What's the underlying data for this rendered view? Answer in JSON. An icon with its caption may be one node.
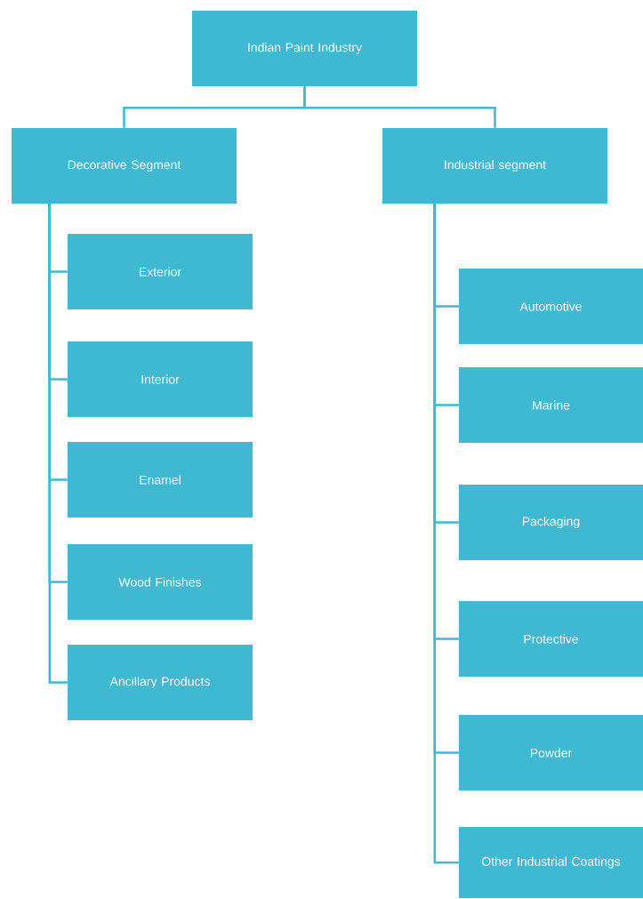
{
  "diagram": {
    "nodes": [
      {
        "text": [
          "Indian Paint Industry"
        ]
      },
      {
        "text": [
          "Decorative Segment"
        ]
      },
      {
        "text": [
          "Industrial segment"
        ]
      },
      {
        "text": [
          "Exterior"
        ]
      },
      {
        "text": [
          "Interior"
        ]
      },
      {
        "text": [
          "Enamel"
        ]
      },
      {
        "text": [
          "Wood Finishes"
        ]
      },
      {
        "text": [
          "Ancillary Products"
        ]
      },
      {
        "text": [
          "Automotive"
        ]
      },
      {
        "text": [
          "Marine"
        ]
      },
      {
        "text": [
          "Packaging"
        ]
      },
      {
        "text": [
          "Protective"
        ]
      },
      {
        "text": [
          "Powder"
        ]
      },
      {
        "text": [
          "Other Industrial Coatings"
        ]
      }
    ],
    "edges": [
      {
        "from": 0,
        "to": 1,
        "arrow": "none"
      },
      {
        "from": 0,
        "to": 2,
        "arrow": "none"
      },
      {
        "from": 1,
        "to": 3,
        "arrow": "none"
      },
      {
        "from": 1,
        "to": 4,
        "arrow": "none"
      },
      {
        "from": 1,
        "to": 5,
        "arrow": "none"
      },
      {
        "from": 1,
        "to": 6,
        "arrow": "none"
      },
      {
        "from": 1,
        "to": 7,
        "arrow": "none"
      },
      {
        "from": 2,
        "to": 8,
        "arrow": "none"
      },
      {
        "from": 2,
        "to": 9,
        "arrow": "none"
      },
      {
        "from": 2,
        "to": 10,
        "arrow": "none"
      },
      {
        "from": 2,
        "to": 11,
        "arrow": "none"
      },
      {
        "from": 2,
        "to": 12,
        "arrow": "none"
      },
      {
        "from": 2,
        "to": 13,
        "arrow": "none"
      }
    ]
  }
}
